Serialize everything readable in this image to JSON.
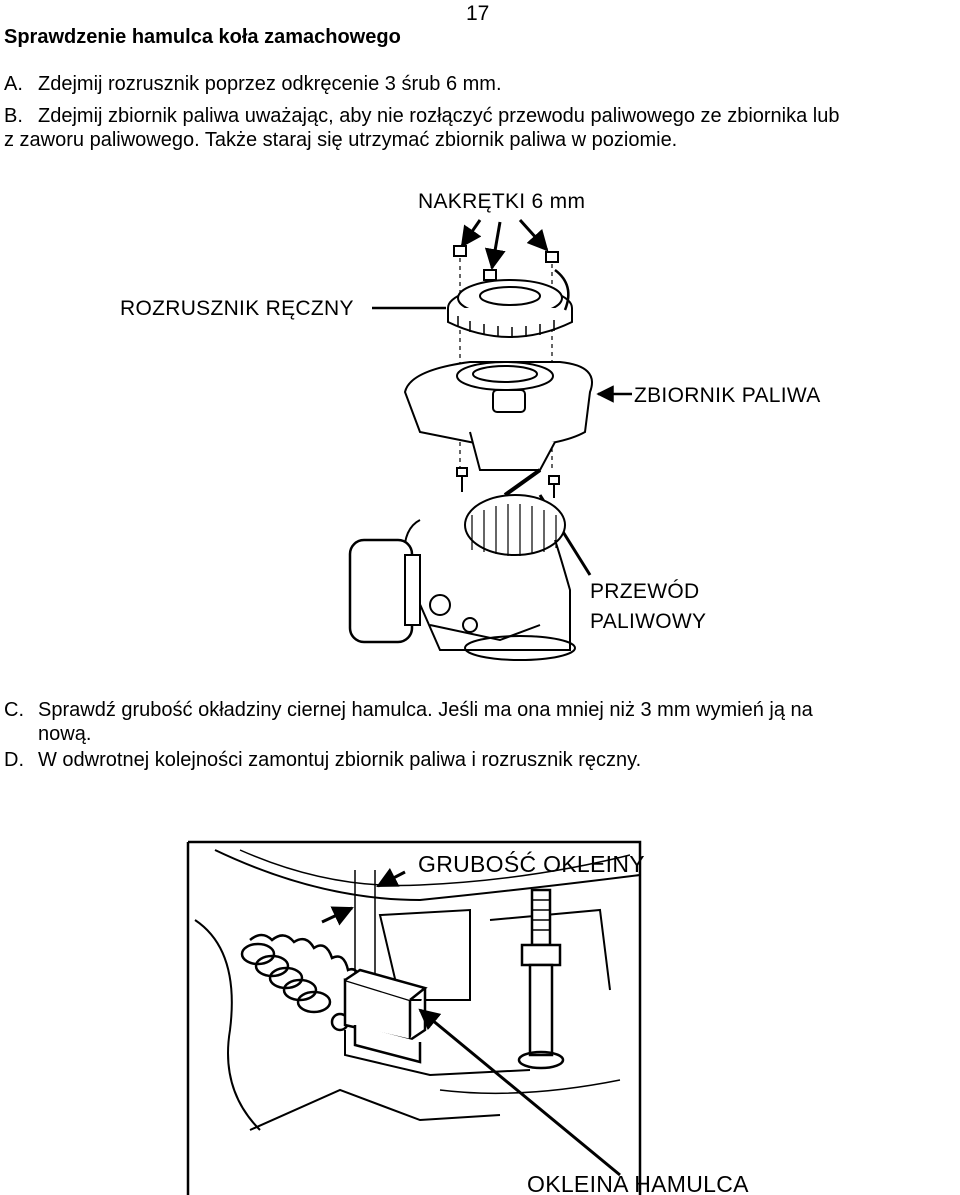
{
  "page_number": "17",
  "title": "Sprawdzenie hamulca koła zamachowego",
  "steps": [
    {
      "letter": "A.",
      "text": "Zdejmij rozrusznik poprzez odkręcenie 3 śrub 6 mm."
    },
    {
      "letter": "B.",
      "text": "Zdejmij zbiornik paliwa uważając, aby nie rozłączyć przewodu paliwowego ze zbiornika lub",
      "text_cont": "z zaworu paliwowego. Także staraj się utrzymać zbiornik paliwa w poziomie."
    },
    {
      "letter": "C.",
      "text": "Sprawdź grubość okładziny ciernej hamulca. Jeśli ma ona mniej niż 3 mm wymień ją na",
      "text_cont": "nową."
    },
    {
      "letter": "D.",
      "text": "W odwrotnej kolejności zamontuj zbiornik paliwa i rozrusznik ręczny."
    }
  ],
  "figure1": {
    "labels": {
      "nuts": "NAKRĘTKI 6 mm",
      "starter": "ROZRUSZNIK RĘCZNY",
      "tank": "ZBIORNIK PALIWA",
      "hose_line1": "PRZEWÓD",
      "hose_line2": "PALIWOWY"
    }
  },
  "figure2": {
    "labels": {
      "thickness": "GRUBOŚĆ OKLEINY",
      "pad": "OKLEINA HAMULCA"
    }
  }
}
